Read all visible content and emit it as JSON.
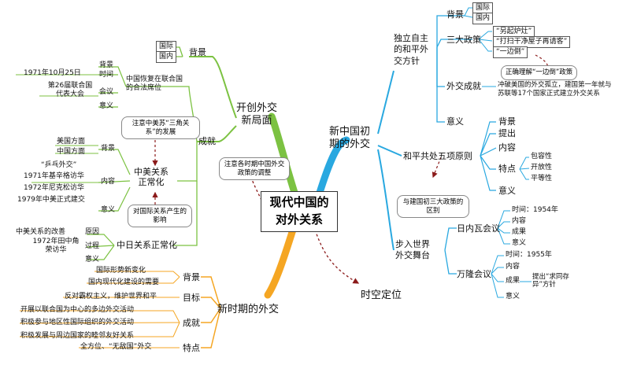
{
  "center": {
    "line1": "现代中国的",
    "line2": "对外关系"
  },
  "left_note": "注意各时期中国外交政策的调整",
  "branch_new_china": {
    "title1": "新中国初",
    "title2": "期的外交",
    "independent": {
      "label1": "独立自主",
      "label2": "的和平外",
      "label3": "交方针",
      "background": "背景",
      "bg_items": [
        "国际",
        "国内"
      ],
      "three_policies": "三大政策",
      "policy_items": [
        "“另起炉灶”",
        "“打扫干净屋子再请客”",
        "“一边倒”"
      ],
      "policy_note": "正确理解“一边倒”政策",
      "achievement": "外交成就",
      "achievement_text": "冲破美国的外交孤立，建国第一年就与苏联等17个国家正式建立外交关系",
      "meaning": "意义"
    },
    "five_principles": {
      "label": "和平共处五项原则",
      "items": [
        "背景",
        "提出",
        "内容",
        "特点",
        "意义"
      ],
      "features": [
        "包容性",
        "开放性",
        "平等性"
      ],
      "note": "与建国初三大政策的区别"
    },
    "world_stage": {
      "label1": "步入世界",
      "label2": "外交舞台",
      "geneva": {
        "label": "日内瓦会议",
        "items": [
          "时间：1954年",
          "内容",
          "成果",
          "意义"
        ]
      },
      "bandung": {
        "label": "万隆会议",
        "items": [
          "时间：1955年",
          "内容",
          "成果",
          "意义"
        ],
        "result_text": "提出“求同存异”方针"
      }
    }
  },
  "branch_new_situation": {
    "title1": "开创外交",
    "title2": "新局面",
    "background": "背景",
    "bg_items": [
      "国际",
      "国内"
    ],
    "achievement": "成就",
    "un_seat": {
      "label": "中国恢复在联合国的合法席位",
      "sub": [
        "背景",
        "时间",
        "会议",
        "意义"
      ],
      "time_text": "1971年10月25日",
      "meeting_text": "第26届联合国代表大会"
    },
    "triangle_note": "注意中美苏“三角关系”的发展",
    "us_normal": {
      "label1": "中美关系",
      "label2": "正常化",
      "sub": [
        "背景",
        "内容",
        "意义"
      ],
      "bg_items": [
        "美国方面",
        "中国方面"
      ],
      "content_items": [
        "“乒乓外交”",
        "1971年基辛格访华",
        "1972年尼克松访华",
        "1979年中美正式建交"
      ]
    },
    "influence_note": "对国际关系产生的影响",
    "japan_normal": {
      "label": "中日关系正常化",
      "sub": [
        "原因",
        "过程",
        "意义"
      ],
      "reason_text": "中美关系的改善",
      "process_text": "1972年田中角荣访华"
    }
  },
  "branch_new_period": {
    "title": "新时期的外交",
    "background": "背景",
    "bg_items": [
      "国际形势新变化",
      "国内现代化建设的需要"
    ],
    "goal": "目标",
    "goal_text": "反对霸权主义，维护世界和平",
    "achievement": "成就",
    "achievement_items": [
      "开展以联合国为中心的多边外交活动",
      "积极参与地区性国际组织的外交活动",
      "积极发展与周边国家的睦邻友好关系"
    ],
    "feature": "特点",
    "feature_text": "全方位、“无敌国”外交"
  },
  "branch_time_space": {
    "title": "时空定位"
  },
  "colors": {
    "green": "#7cc242",
    "blue": "#29a8e0",
    "orange": "#f5a623",
    "darkred": "#8b1a1a",
    "accent_orange": "#e8a13a"
  }
}
